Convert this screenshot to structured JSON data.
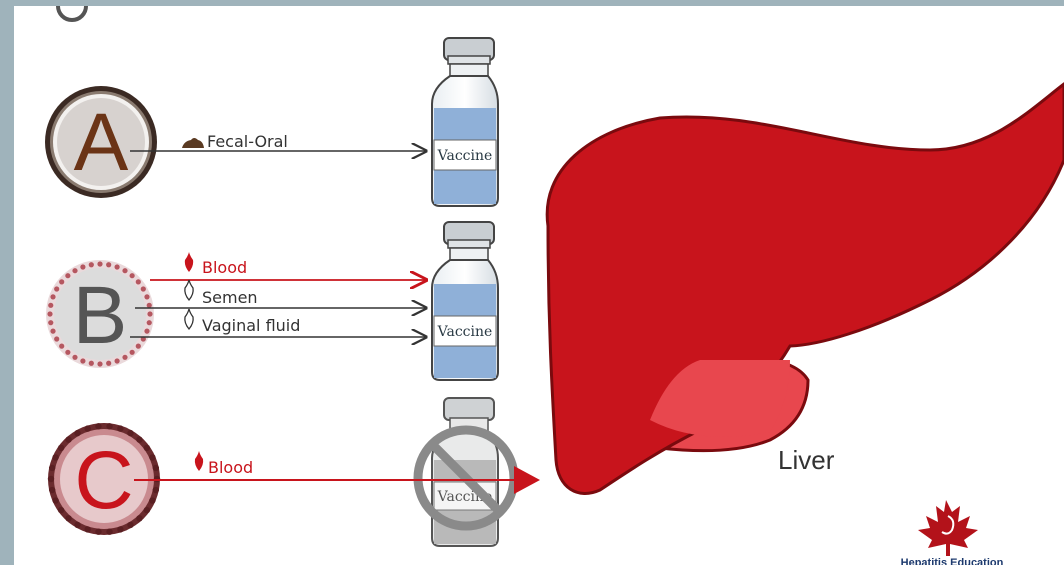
{
  "hepatitis_a": {
    "letter": "A",
    "route": "Fecal-Oral",
    "vaccine_label": "Vaccine"
  },
  "hepatitis_b": {
    "letter": "B",
    "routes": [
      "Blood",
      "Semen",
      "Vaginal fluid"
    ],
    "vaccine_label": "Vaccine"
  },
  "hepatitis_c": {
    "letter": "C",
    "route": "Blood",
    "vaccine_label": "Vaccine"
  },
  "organ_label": "Liver",
  "logo_text": "Hepatitis Education",
  "colors": {
    "liver": "#c8141c",
    "liver_outline": "#7a0a0e",
    "gallbladder": "#e8474e",
    "blood": "#c8141c",
    "vaccine_fill": "#8fb0d8",
    "frame": "#9fb3bb"
  }
}
